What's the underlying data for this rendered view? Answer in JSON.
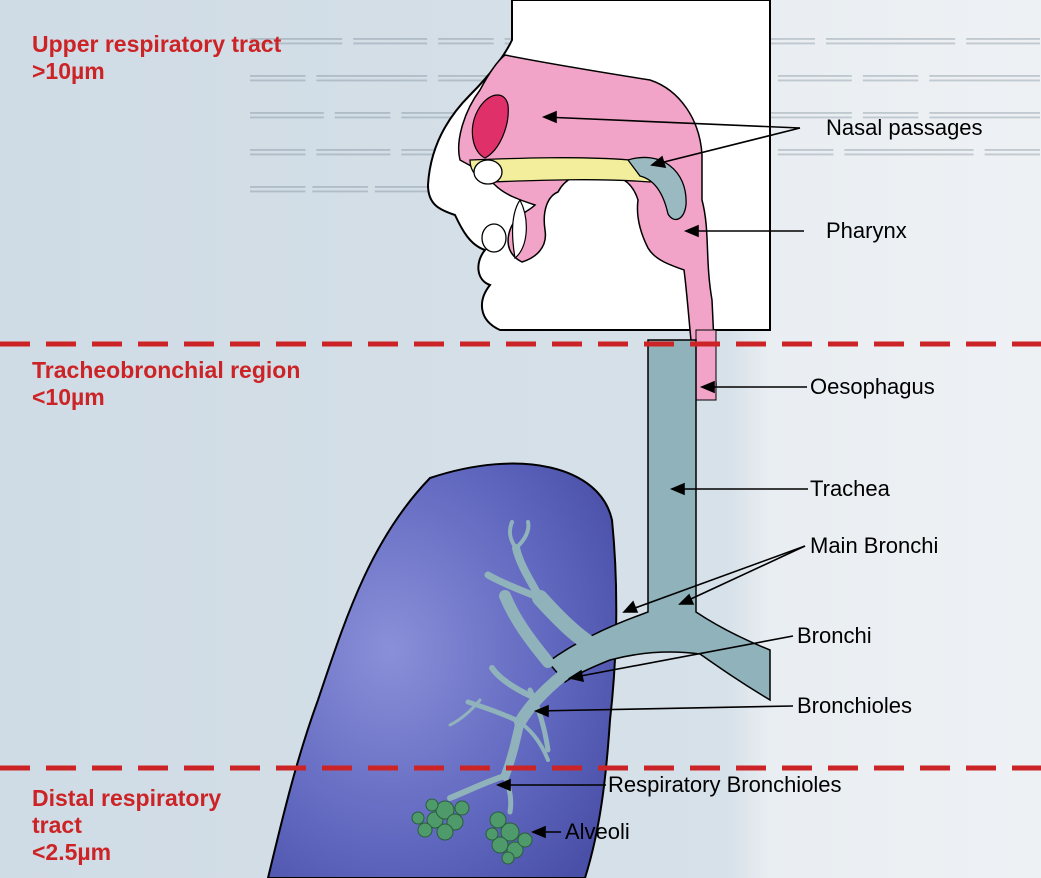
{
  "regions": {
    "upper": {
      "title": "Upper respiratory tract",
      "size": ">10µm"
    },
    "tracheobronchial": {
      "title": "Tracheobronchial region",
      "size": "<10µm"
    },
    "distal": {
      "title_line1": "Distal respiratory",
      "title_line2": "tract",
      "size": "<2.5µm"
    }
  },
  "labels": {
    "nasal_passages": "Nasal passages",
    "pharynx": "Pharynx",
    "oesophagus": "Oesophagus",
    "trachea": "Trachea",
    "main_bronchi": "Main Bronchi",
    "bronchi": "Bronchi",
    "bronchioles": "Bronchioles",
    "respiratory_bronchioles": "Respiratory Bronchioles",
    "alveoli": "Alveoli"
  },
  "colors": {
    "divider": "#cc2426",
    "lung": "#5a62b5",
    "airway": "#8fb2bb",
    "nasal": "#f2a3c8"
  }
}
